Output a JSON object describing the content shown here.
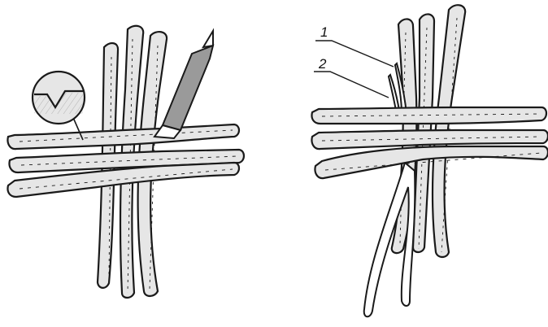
{
  "figure": {
    "colors": {
      "ink": "#1a1a1a",
      "rod_fill": "#e6e6e6",
      "blade": "#9a9a9a",
      "paper": "#ffffff"
    },
    "left_panel": {
      "content": [
        "vertical-rods",
        "horizontal-rods",
        "knife",
        "notch-magnifier"
      ],
      "vertical_rod_count": 3,
      "horizontal_rod_count": 3
    },
    "right_panel": {
      "content": [
        "vertical-rods",
        "horizontal-rods",
        "inserted-strips"
      ],
      "vertical_rod_count": 3,
      "horizontal_rod_count": 3,
      "labels": [
        "1",
        "2"
      ]
    }
  }
}
